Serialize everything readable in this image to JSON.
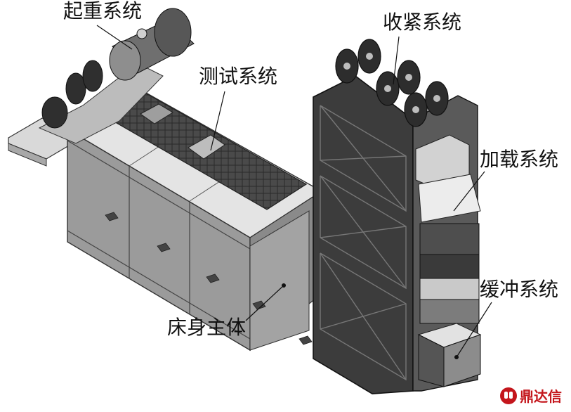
{
  "labels": {
    "lifting_system": "起重系统",
    "clamping_system": "收紧系统",
    "testing_system": "测试系统",
    "loading_system": "加载系统",
    "buffer_system": "缓冲系统",
    "bed_body": "床身主体"
  },
  "watermark": {
    "text": "鼎达信"
  },
  "colors": {
    "steel_dark": "#3c3c3c",
    "steel_mid": "#8a8a8a",
    "steel_light": "#c8c8c8",
    "panel_top": "#e6e6e6",
    "brand_red": "#c4161c"
  }
}
